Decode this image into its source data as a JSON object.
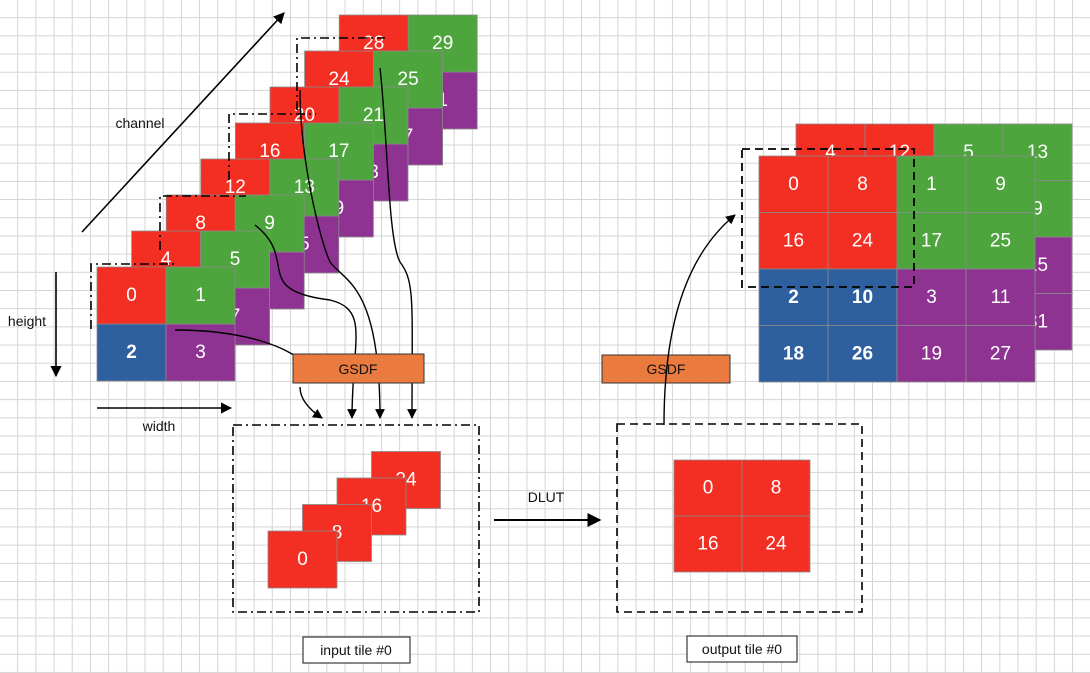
{
  "colors": {
    "red": "#f22f22",
    "green": "#4ea53e",
    "purple": "#8f3392",
    "blue": "#2e60a0",
    "gsdf": "#eb7a3e",
    "cell_border": "#8a8a8a"
  },
  "labels": {
    "channel": "channel",
    "height": "height",
    "width": "width",
    "gsdf_left": "GSDF",
    "gsdf_right": "GSDF",
    "dlut": "DLUT",
    "input_tile": "input tile #0",
    "output_tile": "output tile #0"
  },
  "input_stack": [
    {
      "tl": "0",
      "tr": "1",
      "bl": "2",
      "br": "3"
    },
    {
      "tl": "4",
      "tr": "5",
      "bl": "",
      "br": "7"
    },
    {
      "tl": "8",
      "tr": "9",
      "bl": "",
      "br": ""
    },
    {
      "tl": "12",
      "tr": "13",
      "bl": "",
      "br": "5"
    },
    {
      "tl": "16",
      "tr": "17",
      "bl": "",
      "br": "9"
    },
    {
      "tl": "20",
      "tr": "21",
      "bl": "",
      "br": "3"
    },
    {
      "tl": "24",
      "tr": "25",
      "bl": "",
      "br": "7"
    },
    {
      "tl": "28",
      "tr": "29",
      "bl": "",
      "br": "1"
    }
  ],
  "input_tile_cells": [
    "0",
    "8",
    "16",
    "24"
  ],
  "output_tile_grid": [
    "0",
    "8",
    "16",
    "24"
  ],
  "output_back": {
    "row": [
      "4",
      "12",
      "5",
      "13"
    ],
    "side": [
      "9",
      "15",
      "31"
    ]
  },
  "output_front": [
    [
      "0",
      "8",
      "1",
      "9"
    ],
    [
      "16",
      "24",
      "17",
      "25"
    ],
    [
      "2",
      "10",
      "3",
      "11"
    ],
    [
      "18",
      "26",
      "19",
      "27"
    ]
  ]
}
